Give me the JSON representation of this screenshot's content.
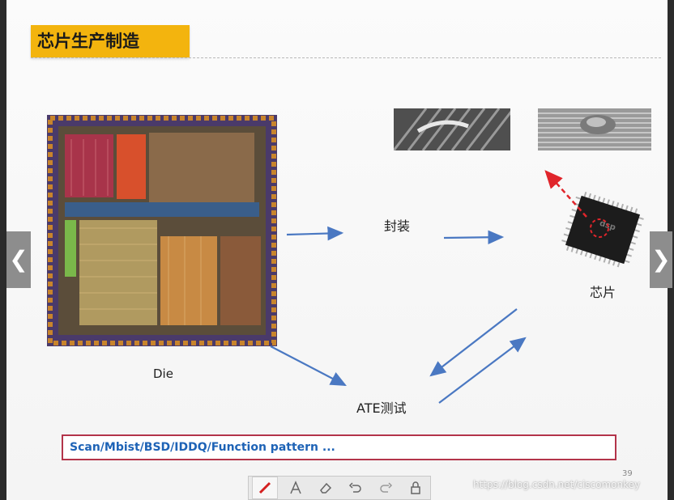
{
  "slide": {
    "title": "芯片生产制造",
    "labels": {
      "package": "封装",
      "chip": "芯片",
      "die": "Die",
      "ate_test": "ATE测试"
    },
    "pattern_text": "Scan/Mbist/BSD/IDDQ/Function pattern ...",
    "page_number": "39"
  },
  "toolbar": {
    "tools": [
      "pen-icon",
      "text-icon",
      "eraser-icon",
      "undo-icon",
      "redo-icon",
      "lock-icon"
    ]
  },
  "navigation": {
    "prev_icon": "chevron-left-icon",
    "next_icon": "chevron-right-icon"
  },
  "watermark": "https://blog.csdn.net/ciscomonkey",
  "colors": {
    "title_bg": "#f3b40e",
    "arrow_blue": "#4a78c2",
    "arrow_red": "#e0252b",
    "pattern_border": "#b3344a",
    "pattern_text": "#1e63b6"
  }
}
